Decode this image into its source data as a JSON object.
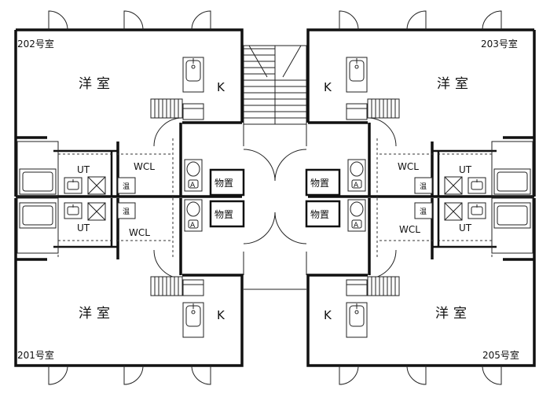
{
  "units": {
    "u202": {
      "number": "202号室",
      "room": "洋室",
      "kitchen": "K",
      "wcl": "WCL",
      "ut": "UT",
      "heater": "温",
      "storage": "物置"
    },
    "u203": {
      "number": "203号室",
      "room": "洋室",
      "kitchen": "K",
      "wcl": "WCL",
      "ut": "UT",
      "heater": "温",
      "storage": "物置"
    },
    "u201": {
      "number": "201号室",
      "room": "洋室",
      "kitchen": "K",
      "wcl": "WCL",
      "ut": "UT",
      "heater": "温",
      "storage": "物置"
    },
    "u205": {
      "number": "205号室",
      "room": "洋室",
      "kitchen": "K",
      "wcl": "WCL",
      "ut": "UT",
      "heater": "温",
      "storage": "物置"
    }
  },
  "colors": {
    "line": "#111111",
    "background": "#ffffff"
  }
}
